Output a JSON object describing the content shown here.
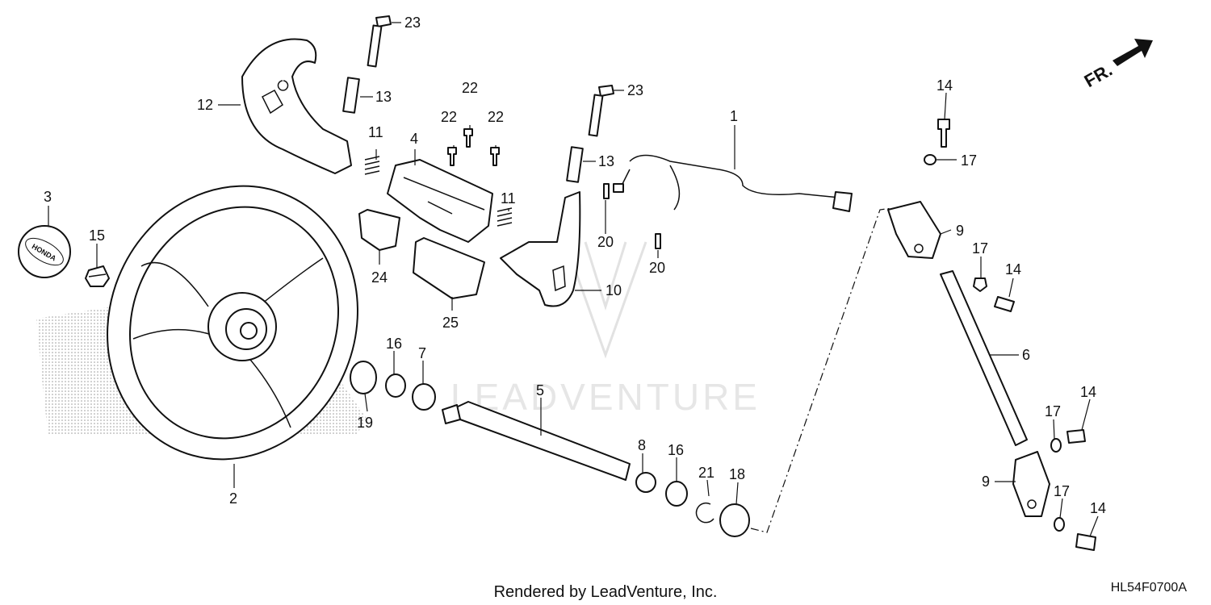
{
  "callouts": {
    "c1": "1",
    "c2": "2",
    "c3": "3",
    "c4": "4",
    "c5": "5",
    "c6": "6",
    "c7": "7",
    "c8": "8",
    "c9a": "9",
    "c9b": "9",
    "c10": "10",
    "c11a": "11",
    "c11b": "11",
    "c12": "12",
    "c13a": "13",
    "c13b": "13",
    "c14a": "14",
    "c14b": "14",
    "c14c": "14",
    "c14d": "14",
    "c15": "15",
    "c16a": "16",
    "c16b": "16",
    "c17a": "17",
    "c17b": "17",
    "c17c": "17",
    "c17d": "17",
    "c18": "18",
    "c19": "19",
    "c20a": "20",
    "c20b": "20",
    "c21": "21",
    "c22a": "22",
    "c22b": "22",
    "c22c": "22",
    "c23a": "23",
    "c23b": "23",
    "c24": "24",
    "c25": "25"
  },
  "direction_label": "FR.",
  "horn_cap_text": "HONDA",
  "watermark_text": "LEADVENTURE",
  "footer": {
    "credit": "Rendered by LeadVenture, Inc.",
    "diagram_code": "HL54F0700A"
  }
}
